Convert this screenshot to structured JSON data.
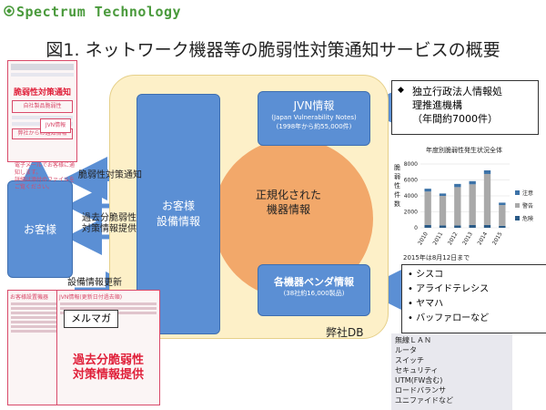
{
  "brand": {
    "name": "Spectrum Technology"
  },
  "title": "図1. ネットワーク機器等の脆弱性対策通知サービスの概要",
  "db_label": "弊社DB",
  "center_circle": {
    "line1": "正規化された",
    "line2": "機器情報"
  },
  "customer_equipment": {
    "line1": "お客様",
    "line2": "設備情報"
  },
  "jvn": {
    "title": "JVN情報",
    "sub1": "(Japan Vulnerability Notes)",
    "sub2": "(1998年から約55,000件)"
  },
  "vendor_info": {
    "title": "各機器ベンダ情報",
    "sub": "(38社約16,000製品)"
  },
  "customer": {
    "label": "お客様"
  },
  "flows": {
    "notify": "脆弱性対策通知",
    "past_1": "過去分脆弱性",
    "past_2": "対策情報提供",
    "update": "設備情報更新",
    "mailmag": "メルマガ"
  },
  "top_doc": {
    "label": "脆弱性対策通知",
    "sub1": "自社製品脆弱性",
    "sub2": "JVN情報",
    "sub3": "弊社からの通知情報"
  },
  "bottom_doc": {
    "label1": "過去分脆弱性",
    "label2": "対策情報提供",
    "header1": "お客様設置機器",
    "header2": "JVN情報(更新日付過去順)"
  },
  "red_note": {
    "line1": "電子メールでお客様に通知します。",
    "line2": "詳細は添付のファイルをご覧ください。"
  },
  "info_box": {
    "line1": "独立行政法人情報処",
    "line2": "理推進機構",
    "line3": "（年間約7000件）"
  },
  "vendor_list": [
    "シスコ",
    "アライドテレシス",
    "ヤマハ",
    "バッファローなど"
  ],
  "category_list": [
    "無線ＬＡＮ",
    "ルータ",
    "スイッチ",
    "セキュリティ",
    "UTM(FW含む)",
    "ロードバランサ",
    "ユニファイドなど"
  ],
  "chart_data": {
    "type": "bar",
    "stacked": true,
    "title": "年度別脆弱性発生状況全体",
    "footnote": "2015年は8月12日まで",
    "ylabel": "脆弱性件数",
    "ylim": [
      0,
      8000
    ],
    "yticks": [
      0,
      2000,
      4000,
      6000,
      8000
    ],
    "categories": [
      "2010",
      "2011",
      "2012",
      "2013",
      "2014",
      "2015"
    ],
    "series": [
      {
        "name": "危険",
        "color": "#2a5a86",
        "values": [
          350,
          300,
          300,
          350,
          350,
          250
        ]
      },
      {
        "name": "警告",
        "color": "#a9a9a9",
        "values": [
          4200,
          3700,
          4800,
          5100,
          6400,
          2600
        ]
      },
      {
        "name": "注意",
        "color": "#3d73a8",
        "values": [
          350,
          300,
          400,
          400,
          450,
          300
        ]
      }
    ],
    "legend_position": "right"
  }
}
